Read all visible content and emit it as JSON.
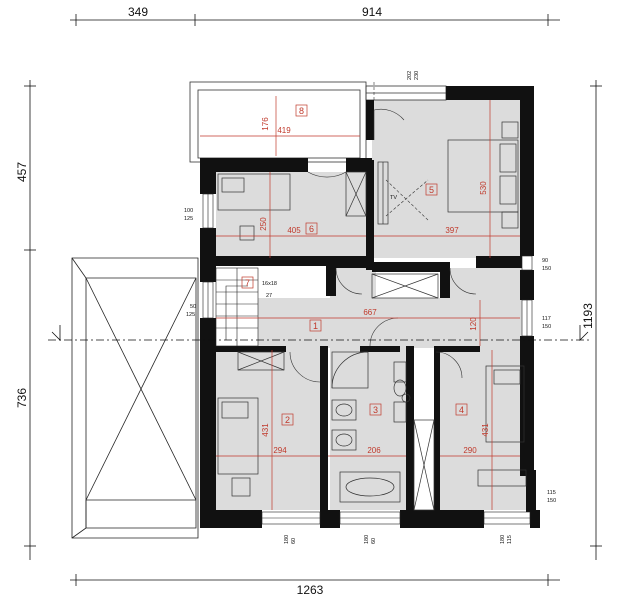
{
  "overall_dims": {
    "top_left": "349",
    "top_right": "914",
    "bottom": "1263",
    "left_upper": "457",
    "left_lower": "736",
    "right": "1193"
  },
  "rooms": {
    "r1": {
      "num": "1",
      "dim_h": "667",
      "dim_v": "120"
    },
    "r2": {
      "num": "2",
      "dim_h": "294",
      "dim_v": "431"
    },
    "r3": {
      "num": "3",
      "dim_h": "206"
    },
    "r4": {
      "num": "4",
      "dim_h": "290",
      "dim_v": "431"
    },
    "r5": {
      "num": "5",
      "dim_h": "397",
      "dim_v": "530"
    },
    "r6": {
      "num": "6",
      "dim_h": "405",
      "dim_v": "250"
    },
    "r7": {
      "num": "7"
    },
    "r8": {
      "num": "8",
      "dim_h": "419",
      "dim_v": "176"
    }
  },
  "stair_label": "16x18",
  "stair_sub": "27",
  "tv_label": "TV",
  "windows": {
    "w_top_a": "202",
    "w_top_b": "230",
    "w_left_a": "100",
    "w_left_b": "125",
    "w_left2_a": "50",
    "w_left2_b": "125",
    "w_r1_a": "90",
    "w_r1_b": "150",
    "w_r2_a": "117",
    "w_r2_b": "150",
    "w_r3_a": "115",
    "w_r3_b": "150",
    "w_b1_a": "180",
    "w_b1_b": "60",
    "w_b2_a": "180",
    "w_b2_b": "60",
    "w_b3_a": "180",
    "w_b3_b": "115"
  }
}
